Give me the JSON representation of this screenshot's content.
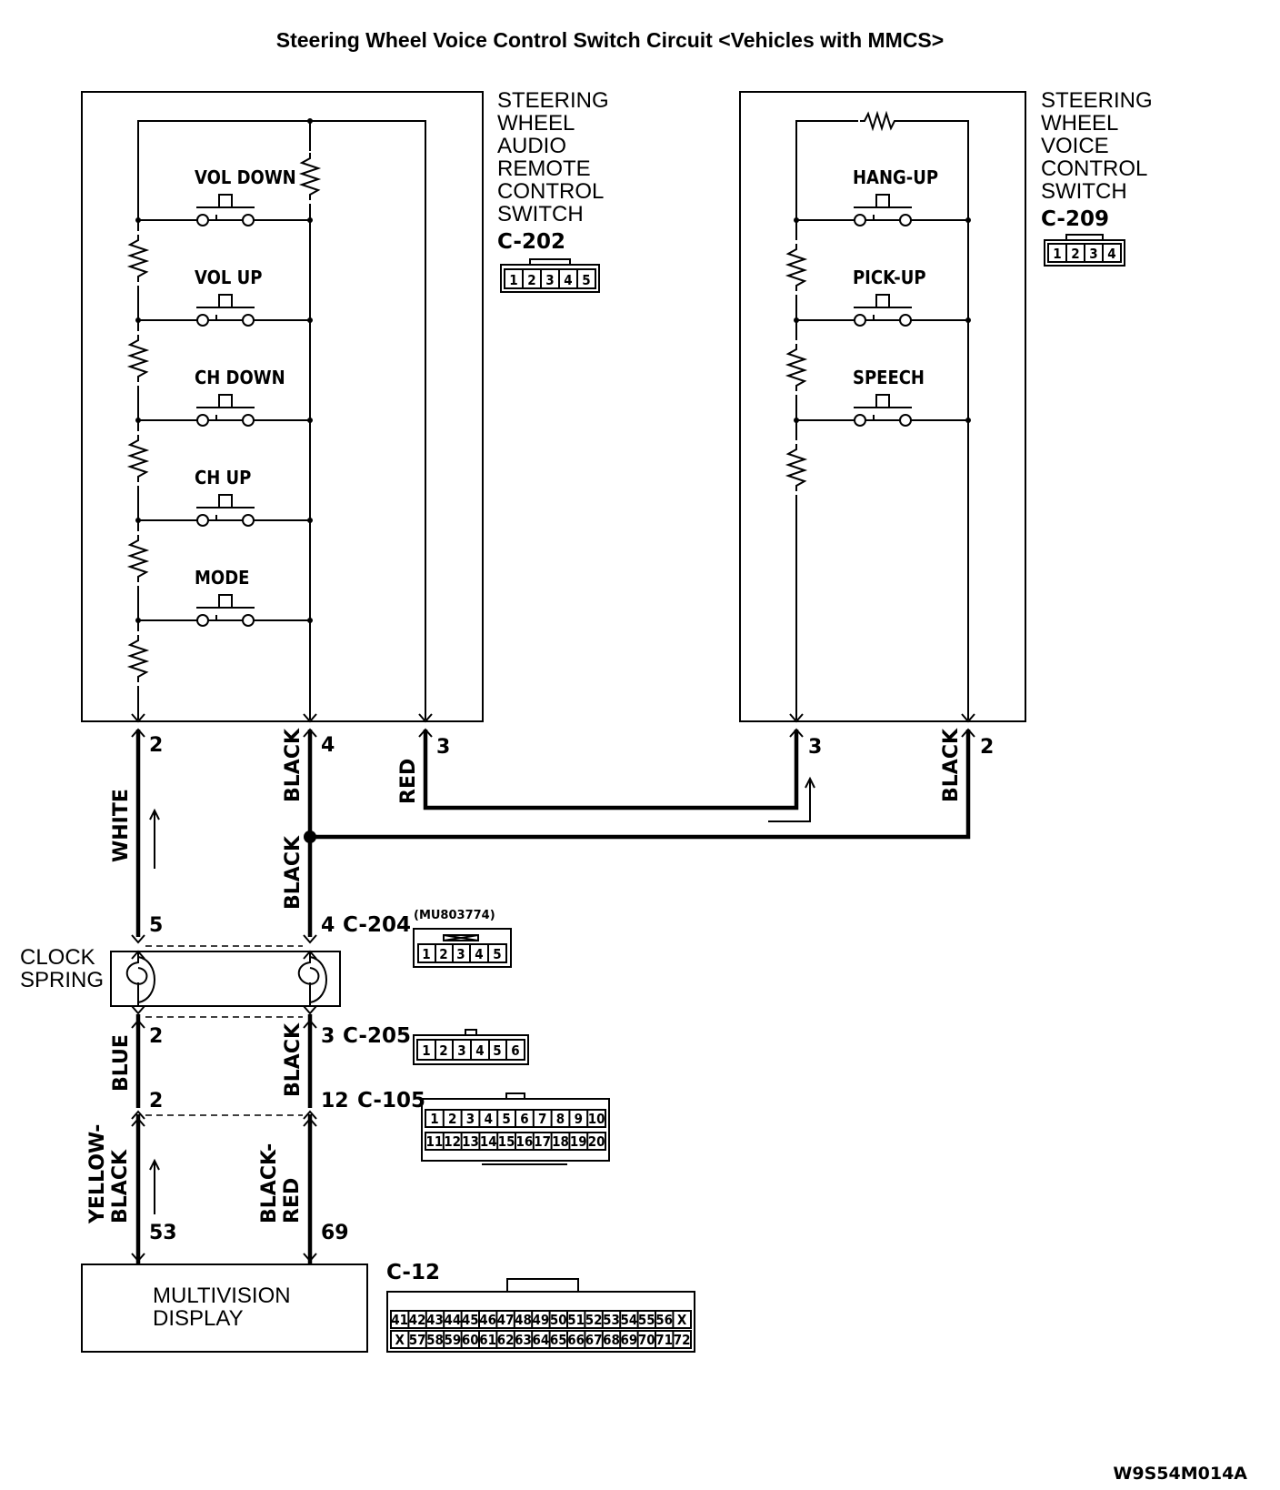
{
  "title": "Steering Wheel Voice Control Switch Circuit <Vehicles with MMCS>",
  "audio_switch": {
    "name_lines": [
      "STEERING",
      "WHEEL",
      "AUDIO",
      "REMOTE",
      "CONTROL",
      "SWITCH"
    ],
    "connector": "C-202",
    "connector_pins": [
      "1",
      "2",
      "3",
      "4",
      "5"
    ],
    "buttons": [
      "VOL DOWN",
      "VOL UP",
      "CH DOWN",
      "CH UP",
      "MODE"
    ],
    "pins": {
      "left": "2",
      "mid": "4",
      "right": "3"
    }
  },
  "voice_switch": {
    "name_lines": [
      "STEERING",
      "WHEEL",
      "VOICE",
      "CONTROL",
      "SWITCH"
    ],
    "connector": "C-209",
    "connector_pins": [
      "1",
      "2",
      "3",
      "4"
    ],
    "buttons": [
      "HANG-UP",
      "PICK-UP",
      "SPEECH"
    ],
    "pins": {
      "left": "3",
      "right": "2"
    }
  },
  "wires": {
    "white": "WHITE",
    "black": "BLACK",
    "red": "RED",
    "blue": "BLUE",
    "yellow_black": [
      "YELLOW-",
      "BLACK"
    ],
    "black_red": [
      "BLACK-",
      "RED"
    ]
  },
  "clock_spring": {
    "name_lines": [
      "CLOCK",
      "SPRING"
    ],
    "top_pins": {
      "left": "5",
      "right": "4"
    },
    "top_connector": "C-204",
    "top_part_no": "(MU803774)",
    "top_connector_pins": [
      "1",
      "2",
      "3",
      "4",
      "5"
    ],
    "bottom_pins": {
      "left": "2",
      "right": "3"
    },
    "bottom_connector": "C-205",
    "bottom_connector_pins": [
      "1",
      "2",
      "3",
      "4",
      "5",
      "6"
    ]
  },
  "junction": {
    "pins": {
      "left": "2",
      "right": "12"
    },
    "connector": "C-105",
    "row1": [
      "1",
      "2",
      "3",
      "4",
      "5",
      "6",
      "7",
      "8",
      "9",
      "10"
    ],
    "row2": [
      "11",
      "12",
      "13",
      "14",
      "15",
      "16",
      "17",
      "18",
      "19",
      "20"
    ]
  },
  "display": {
    "name_lines": [
      "MULTIVISION",
      "DISPLAY"
    ],
    "pins": {
      "left": "53",
      "right": "69"
    },
    "connector": "C-12",
    "row1": [
      "41",
      "42",
      "43",
      "44",
      "45",
      "46",
      "47",
      "48",
      "49",
      "50",
      "51",
      "52",
      "53",
      "54",
      "55",
      "56",
      "X"
    ],
    "row2": [
      "X",
      "57",
      "58",
      "59",
      "60",
      "61",
      "62",
      "63",
      "64",
      "65",
      "66",
      "67",
      "68",
      "69",
      "70",
      "71",
      "72"
    ]
  },
  "reference": "W9S54M014A"
}
